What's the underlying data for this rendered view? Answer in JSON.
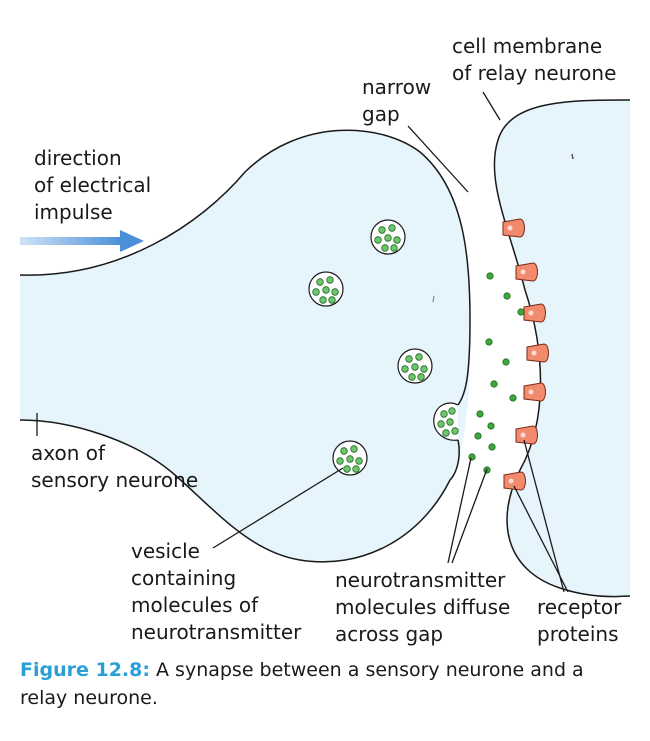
{
  "labels": {
    "direction": [
      "direction",
      "of electrical",
      "impulse"
    ],
    "narrow_gap": [
      "narrow",
      "gap"
    ],
    "cell_membrane": [
      "cell membrane",
      "of relay neurone"
    ],
    "axon": [
      "axon of",
      "sensory neurone"
    ],
    "vesicle": [
      "vesicle",
      "containing",
      "molecules of",
      "neurotransmitter"
    ],
    "neurotransmitter": [
      "neurotransmitter",
      "molecules diffuse",
      "across gap"
    ],
    "receptor": [
      "receptor",
      "proteins"
    ]
  },
  "caption": {
    "label": "Figure 12.8:",
    "text": " A synapse between a sensory neurone and a relay neurone."
  },
  "colors": {
    "cell_fill": "#e6f4fb",
    "outline": "#1a1a1a",
    "arrow": "#4a8fd8",
    "receptor": "#f28a6e",
    "molecule": "#3da63d",
    "caption_label": "#2a9fd6"
  }
}
